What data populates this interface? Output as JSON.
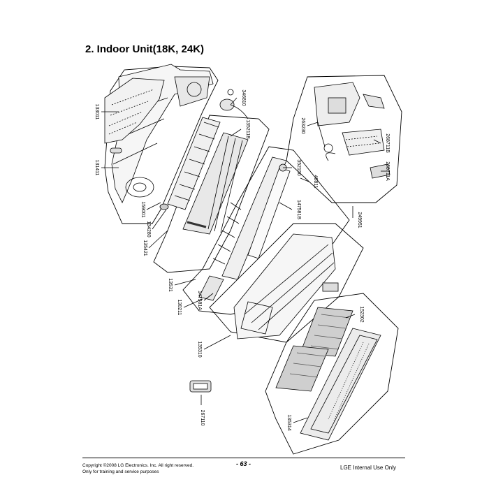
{
  "title": "2. Indoor Unit(18K, 24K)",
  "parts": [
    {
      "code": "133011"
    },
    {
      "code": "131411"
    },
    {
      "code": "159001"
    },
    {
      "code": "134280"
    },
    {
      "code": "135421"
    },
    {
      "code": "13531"
    },
    {
      "code": "130211"
    },
    {
      "code": "346810"
    },
    {
      "code": "135211B"
    },
    {
      "code": "352150"
    },
    {
      "code": "147581B"
    },
    {
      "code": "147581A"
    },
    {
      "code": "135310"
    },
    {
      "code": "152302"
    },
    {
      "code": "135314"
    },
    {
      "code": "267110"
    },
    {
      "code": "263230"
    },
    {
      "code": "268711B"
    },
    {
      "code": "268711A"
    },
    {
      "code": "46811"
    },
    {
      "code": "249951"
    }
  ],
  "footer": {
    "copyright": "Copyright ©2008 LG Electronics. Inc. All right reserved.",
    "note": "Only for training and service purposes",
    "page": "- 63 -",
    "internal": "LGE Internal Use Only"
  }
}
